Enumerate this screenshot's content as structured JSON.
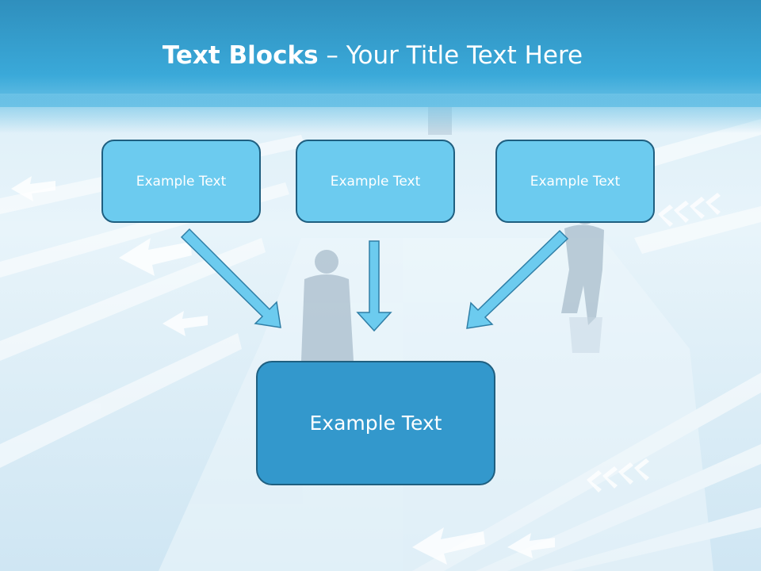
{
  "slide": {
    "title_bold": "Text Blocks",
    "title_dash": " – ",
    "title_rest": "Your Title Text Here",
    "boxes": [
      {
        "label": "Example Text"
      },
      {
        "label": "Example Text"
      },
      {
        "label": "Example Text"
      }
    ],
    "main_box": {
      "label": "Example Text"
    }
  },
  "colors": {
    "header": "#3aa9d9",
    "box_fill": "#6ccbef",
    "main_box_fill": "#3398cc",
    "box_border": "#1f5f80",
    "arrow_fill": "#6ccbef"
  }
}
